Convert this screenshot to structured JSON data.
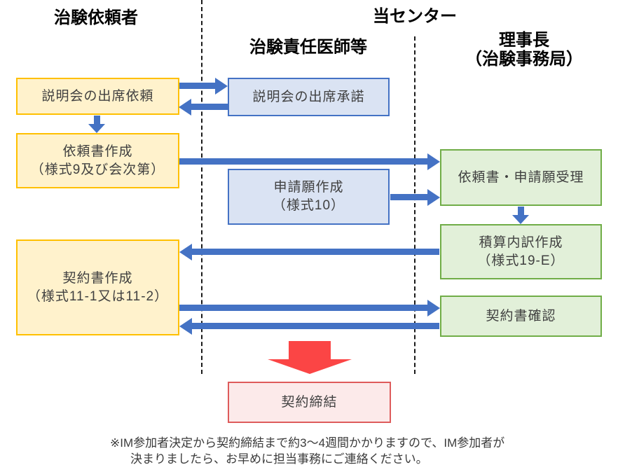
{
  "headers": {
    "sponsor": "治験依頼者",
    "center": "当センター",
    "investigator": "治験責任医師等",
    "director_line1": "理事長",
    "director_line2": "（治験事務局）"
  },
  "boxes": {
    "attend_request": {
      "lines": [
        "説明会の出席依頼"
      ]
    },
    "attend_accept": {
      "lines": [
        "説明会の出席承諾"
      ]
    },
    "request_doc": {
      "lines": [
        "依頼書作成",
        "（様式9及び会次第）"
      ]
    },
    "application_doc": {
      "lines": [
        "申請願作成",
        "（様式10）"
      ]
    },
    "receive_docs": {
      "lines": [
        "依頼書・申請願受理"
      ]
    },
    "estimate_doc": {
      "lines": [
        "積算内訳作成",
        "（様式19-E）"
      ]
    },
    "contract_draft": {
      "lines": [
        "契約書作成",
        "（様式11-1又は11-2）"
      ]
    },
    "contract_check": {
      "lines": [
        "契約書確認"
      ]
    },
    "contract_conclude": {
      "lines": [
        "契約締結"
      ]
    }
  },
  "footnote": {
    "line1": "※IM参加者決定から契約締結まで約3～4週間かかりますので、IM参加者が",
    "line2": "決まりましたら、お早めに担当事務にご連絡ください。"
  },
  "colors": {
    "arrow_blue": "#4472C4",
    "yellow_fill": "#FFF2CC",
    "yellow_border": "#FFC000",
    "blue_fill": "#DAE3F3",
    "blue_border": "#4472C4",
    "green_fill": "#E2F0D9",
    "green_border": "#70AD47",
    "red_box_fill": "#FCEAEA",
    "red_box_border": "#DE5B5B",
    "red_arrow": "#FB4545"
  }
}
